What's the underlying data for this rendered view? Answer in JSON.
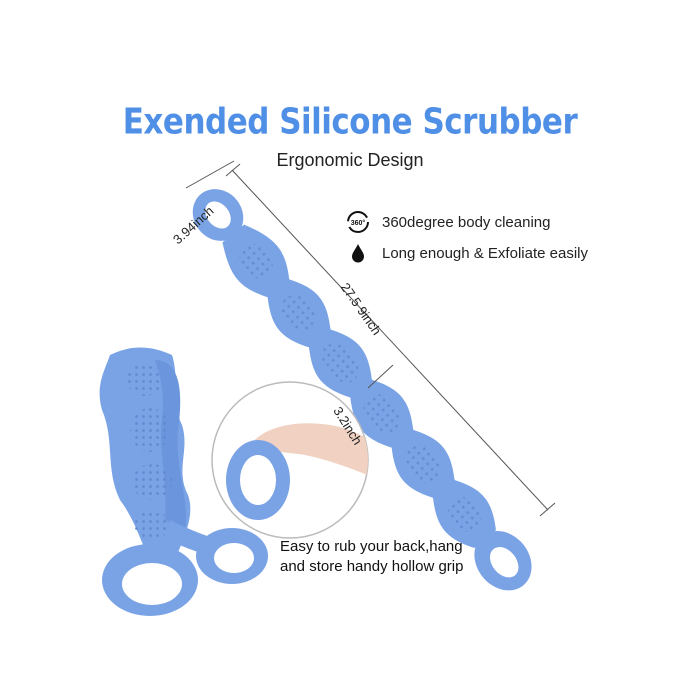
{
  "title": "Exended Silicone Scrubber",
  "subtitle": "Ergonomic Design",
  "features": [
    {
      "icon": "rotate-360-icon",
      "text": "360degree body cleaning"
    },
    {
      "icon": "water-drop-icon",
      "text": "Long enough & Exfoliate easily"
    }
  ],
  "icon_text": {
    "rotate_badge": "360°"
  },
  "dimensions": {
    "width": "3.94inch",
    "length": "27.5 9inch",
    "handle": "3.2inch"
  },
  "caption": {
    "line1": "Easy to rub your back,hang",
    "line2": "and  store handy hollow grip"
  },
  "colors": {
    "title": "#4f8fe6",
    "product": "#7aa3e6",
    "product_dark": "#5c86cf"
  }
}
